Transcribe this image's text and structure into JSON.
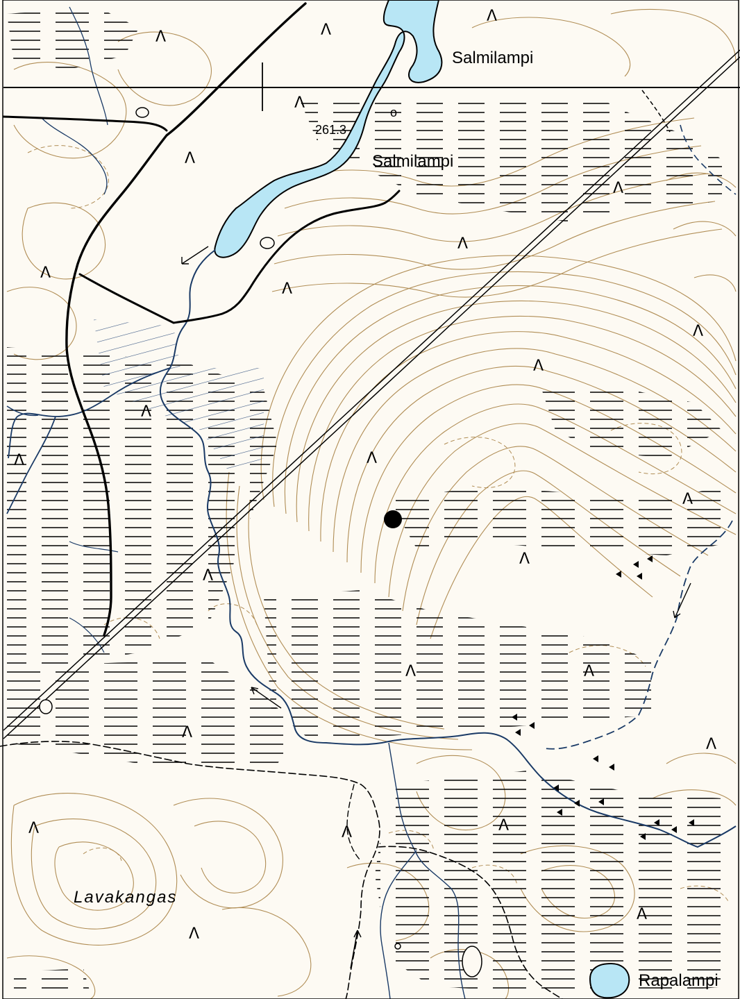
{
  "map": {
    "colors": {
      "paper": "#fdfaf3",
      "water": "#b8e6f5",
      "stream": "#1a3a66",
      "contour": "#b08d55",
      "road": "#000000",
      "marsh": "#000000",
      "point": "#000000"
    },
    "labels": {
      "lake_north_1": "Salmilampi",
      "lake_north_2": "Salmilampi",
      "elevation": "261.3",
      "area_southwest": "Lavakangas",
      "lake_south": "Rapalampi"
    },
    "symbols": {
      "forest_glyph": "Λ",
      "benchmark": "o"
    }
  }
}
